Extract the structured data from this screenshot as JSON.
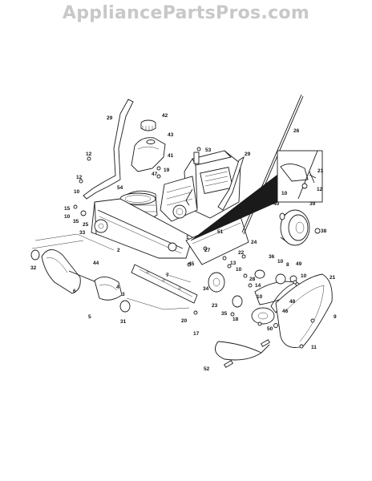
{
  "watermark": "AppliancePartsPros.com",
  "callouts": [
    {
      "id": "c29a",
      "text": "29"
    },
    {
      "id": "c42",
      "text": "42"
    },
    {
      "id": "c43",
      "text": "43"
    },
    {
      "id": "c26",
      "text": "26"
    },
    {
      "id": "c12a",
      "text": "12"
    },
    {
      "id": "c41",
      "text": "41"
    },
    {
      "id": "c53",
      "text": "53"
    },
    {
      "id": "c29b",
      "text": "29"
    },
    {
      "id": "c19",
      "text": "19"
    },
    {
      "id": "c47",
      "text": "47"
    },
    {
      "id": "c12b",
      "text": "12"
    },
    {
      "id": "c10a",
      "text": "10"
    },
    {
      "id": "c54",
      "text": "54"
    },
    {
      "id": "c15",
      "text": "15"
    },
    {
      "id": "c10b",
      "text": "10"
    },
    {
      "id": "c35a",
      "text": "35"
    },
    {
      "id": "c25",
      "text": "25"
    },
    {
      "id": "c33",
      "text": "33"
    },
    {
      "id": "c2",
      "text": "2"
    },
    {
      "id": "c1",
      "text": "1"
    },
    {
      "id": "c51",
      "text": "51"
    },
    {
      "id": "c24",
      "text": "24"
    },
    {
      "id": "c27",
      "text": "27"
    },
    {
      "id": "c22",
      "text": "22"
    },
    {
      "id": "c13",
      "text": "13"
    },
    {
      "id": "c36",
      "text": "36"
    },
    {
      "id": "c10c",
      "text": "10"
    },
    {
      "id": "c8",
      "text": "8"
    },
    {
      "id": "c49",
      "text": "49"
    },
    {
      "id": "c14",
      "text": "14"
    },
    {
      "id": "c28",
      "text": "28"
    },
    {
      "id": "c10d",
      "text": "10"
    },
    {
      "id": "c45",
      "text": "45"
    },
    {
      "id": "c21",
      "text": "21"
    },
    {
      "id": "c10e",
      "text": "10"
    },
    {
      "id": "c32",
      "text": "32"
    },
    {
      "id": "c44",
      "text": "44"
    },
    {
      "id": "c6",
      "text": "6"
    },
    {
      "id": "c4",
      "text": "4"
    },
    {
      "id": "c5",
      "text": "5"
    },
    {
      "id": "c3",
      "text": "3"
    },
    {
      "id": "c31",
      "text": "31"
    },
    {
      "id": "c7",
      "text": "7"
    },
    {
      "id": "c20",
      "text": "20"
    },
    {
      "id": "c17",
      "text": "17"
    },
    {
      "id": "c34",
      "text": "34"
    },
    {
      "id": "c23",
      "text": "23"
    },
    {
      "id": "c35b",
      "text": "35"
    },
    {
      "id": "c18",
      "text": "18"
    },
    {
      "id": "c10f",
      "text": "10"
    },
    {
      "id": "c46",
      "text": "46"
    },
    {
      "id": "c50",
      "text": "50"
    },
    {
      "id": "c48",
      "text": "48"
    },
    {
      "id": "c9",
      "text": "9"
    },
    {
      "id": "c11",
      "text": "11"
    },
    {
      "id": "c52",
      "text": "52"
    },
    {
      "id": "c40",
      "text": "40"
    },
    {
      "id": "c39",
      "text": "39"
    },
    {
      "id": "c38",
      "text": "38"
    },
    {
      "id": "c21i",
      "text": "21"
    },
    {
      "id": "c10i",
      "text": "10"
    },
    {
      "id": "c12i",
      "text": "12"
    }
  ]
}
